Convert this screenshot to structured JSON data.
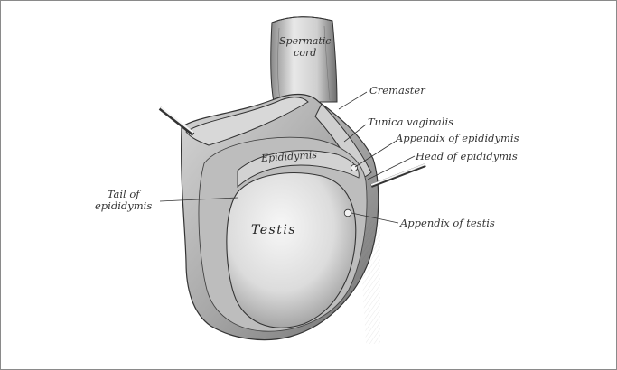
{
  "figure": {
    "labels": {
      "spermatic_cord": [
        "Spermatic",
        "cord"
      ],
      "cremaster": "Cremaster",
      "tunica_vaginalis": "Tunica vaginalis",
      "appendix_of_epididymis": "Appendix of epididymis",
      "head_of_epididymis": "Head of epididymis",
      "tail_of_epididymis": [
        "Tail of",
        "epididymis"
      ],
      "epididymis": "Epididymis",
      "testis": "Testis",
      "appendix_of_testis": "Appendix of testis"
    },
    "colors": {
      "ink": "#333333",
      "shade": "#9a9a9a",
      "light": "#e6e6e6",
      "frame": "#8a8a8a"
    }
  }
}
